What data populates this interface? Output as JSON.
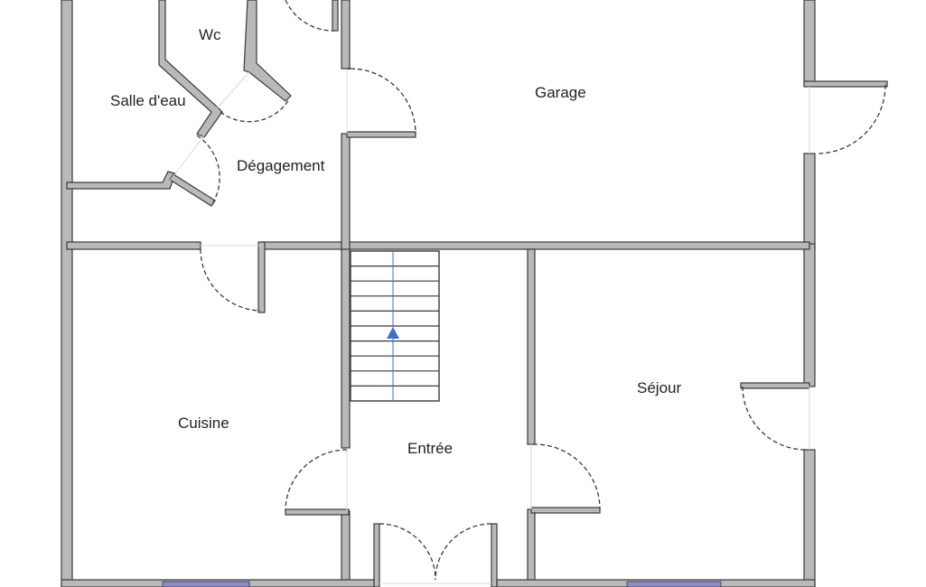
{
  "rooms": {
    "wc": "Wc",
    "salle_deau": "Salle d'eau",
    "garage": "Garage",
    "degagement": "Dégagement",
    "cuisine": "Cuisine",
    "entree": "Entrée",
    "sejour": "Séjour"
  },
  "colors": {
    "wall_outline": "#3a3a3a",
    "wall_fill": "#b9b9b9",
    "stair_arrow": "#3a6fd0",
    "window": "#8c8cc8"
  }
}
